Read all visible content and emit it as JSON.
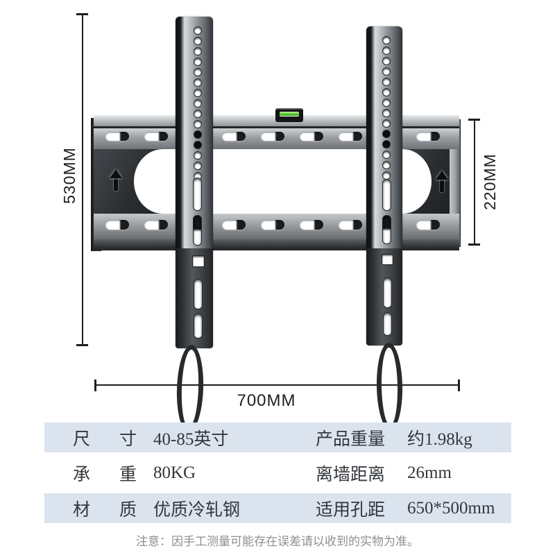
{
  "dimensions": {
    "height_label": "530MM",
    "plate_height_label": "220MM",
    "width_label": "700MM"
  },
  "spec_table": {
    "rows": [
      {
        "left_label": "尺寸",
        "left_value": "40-85英寸",
        "right_label": "产品重量",
        "right_value": "约1.98kg"
      },
      {
        "left_label": "承重",
        "left_value": "80KG",
        "right_label": "离墙距离",
        "right_value": "26mm"
      },
      {
        "left_label": "材质",
        "left_value": "优质冷轧钢",
        "right_label": "适用孔距",
        "right_value": "650*500mm"
      }
    ]
  },
  "note": "注意：因手工测量可能存在误差请以收到的实物为准。",
  "icons": {
    "up_arrow": "up-arrow",
    "bubble_level": "bubble-level"
  },
  "colors": {
    "row_shade": "#dbe3ee",
    "level_green": "#57c832",
    "metal_dark": "#2b2e31",
    "note_gray": "#8f8f8f"
  }
}
